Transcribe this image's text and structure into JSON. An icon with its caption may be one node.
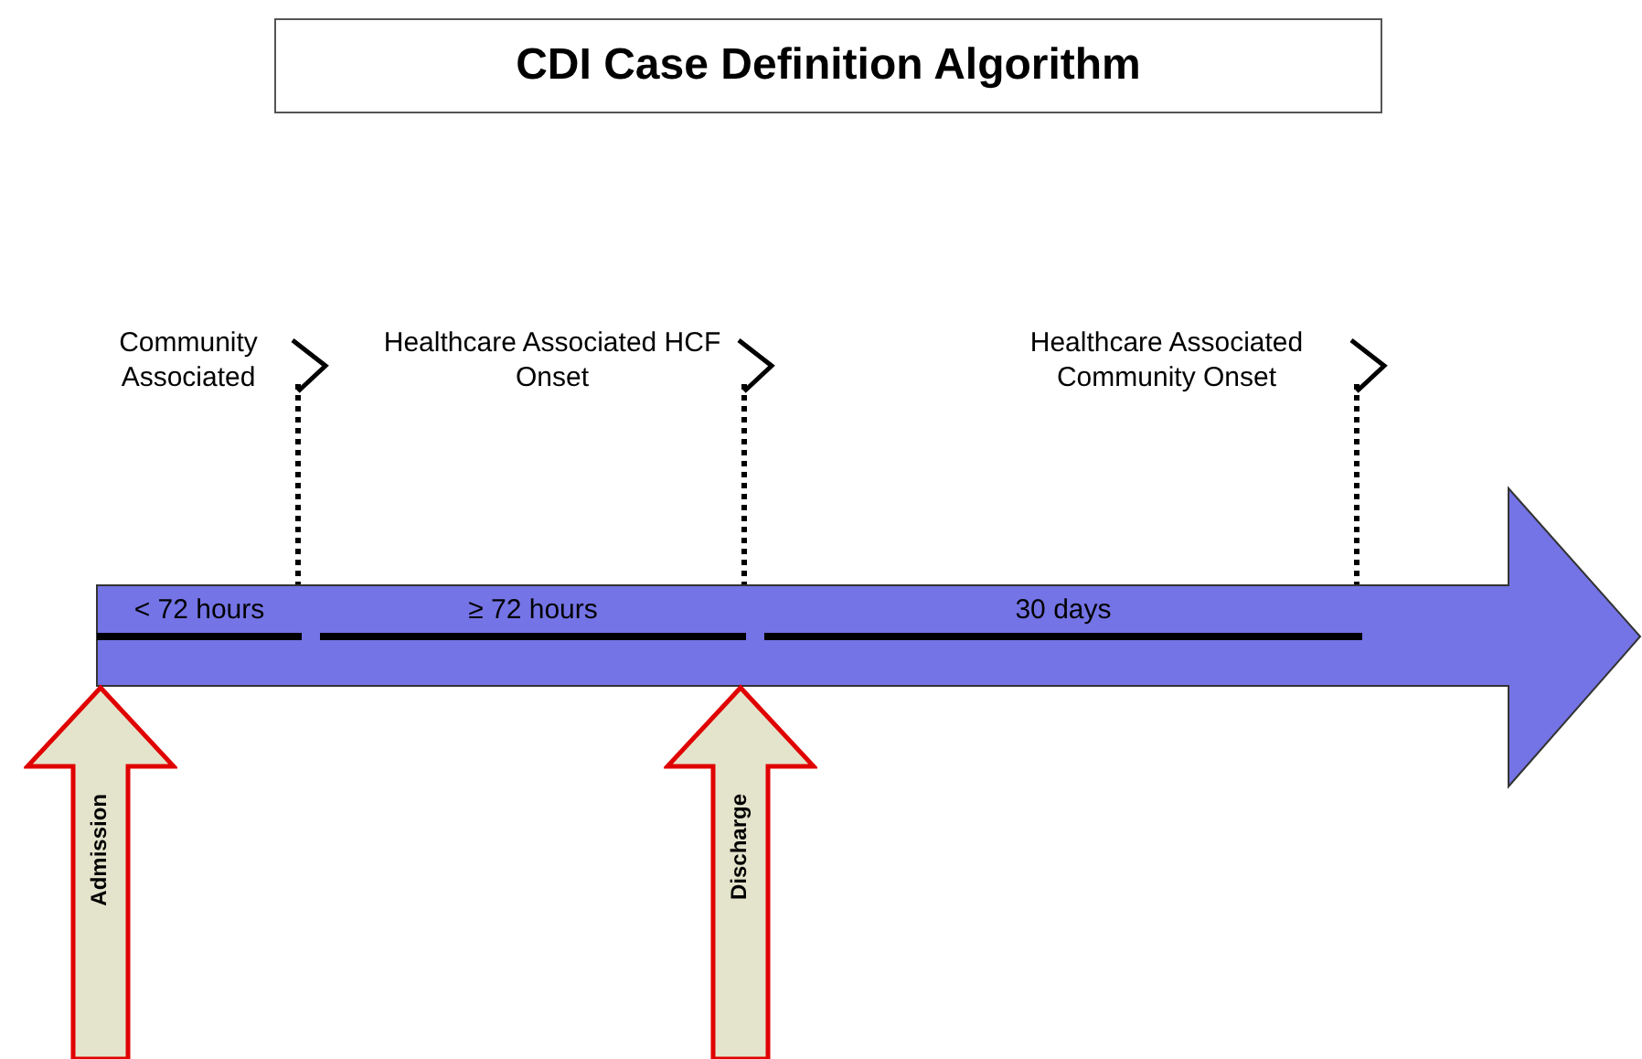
{
  "diagram": {
    "title": "CDI Case Definition Algorithm",
    "nodes": [
      {
        "text": [
          "< 72 hours",
          "≥ 72 hours",
          "30 days"
        ]
      },
      {
        "text": [
          "Admission"
        ]
      },
      {
        "text": [
          "Discharge"
        ]
      }
    ],
    "labels": [
      "Community Associated",
      "Healthcare Associated HCF Onset",
      "Healthcare Associated Community Onset"
    ]
  }
}
